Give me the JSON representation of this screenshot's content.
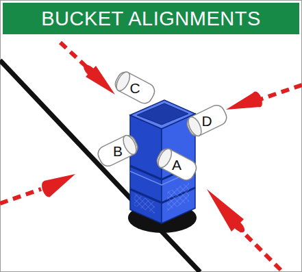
{
  "diagram": {
    "title": "BUCKET ALIGNMENTS",
    "nodes": [
      {
        "text": [
          "C"
        ]
      },
      {
        "text": [
          "D"
        ]
      },
      {
        "text": [
          "B"
        ]
      },
      {
        "text": [
          "A"
        ]
      }
    ]
  }
}
